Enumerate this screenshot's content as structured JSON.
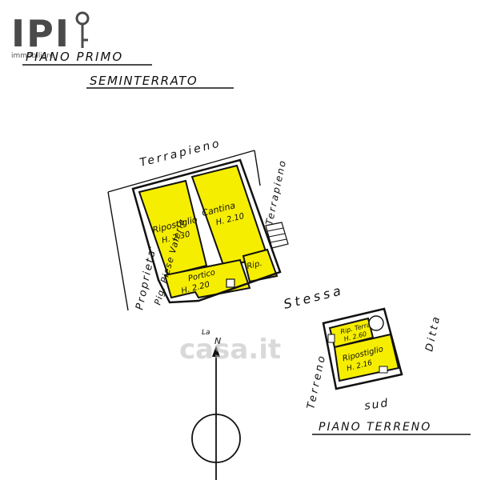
{
  "logo": {
    "mark": "IPI",
    "tagline": "immobiliare",
    "key_icon": "key-icon"
  },
  "watermark": {
    "text": "casa.it"
  },
  "headings": {
    "upper_floor": "PIANO PRIMO",
    "basement": "SEMINTERRATO",
    "ground_floor": "PIANO TERRENO"
  },
  "labels": {
    "terrapieno_top": "Terrapieno",
    "terrapieno_side": "Terrapieno",
    "proprieta": "Proprieta'",
    "owner": "Pig. Piese Valeria",
    "stessa": "Stessa",
    "ditta": "Ditta",
    "terreno": "Terreno",
    "sud": "sud",
    "north_mark": "N",
    "north_extra": "La"
  },
  "rooms": {
    "ripostiglio": {
      "name": "Ripostiglio",
      "height": "H. 2.30"
    },
    "cantina": {
      "name": "Cantina",
      "height": "H. 2.10"
    },
    "portico": {
      "name": "Portico",
      "height": "H. 2.20"
    },
    "rip_small": {
      "name": "Rip."
    },
    "rip_terra": {
      "name": "Rip. Terra",
      "height": "H. 2.60"
    },
    "ripostiglio_terra": {
      "name": "Ripostiglio",
      "height": "H. 2.16"
    }
  },
  "colors": {
    "room_fill": "#f6ee00",
    "ink": "#111111",
    "logo": "#4a4a4a"
  }
}
